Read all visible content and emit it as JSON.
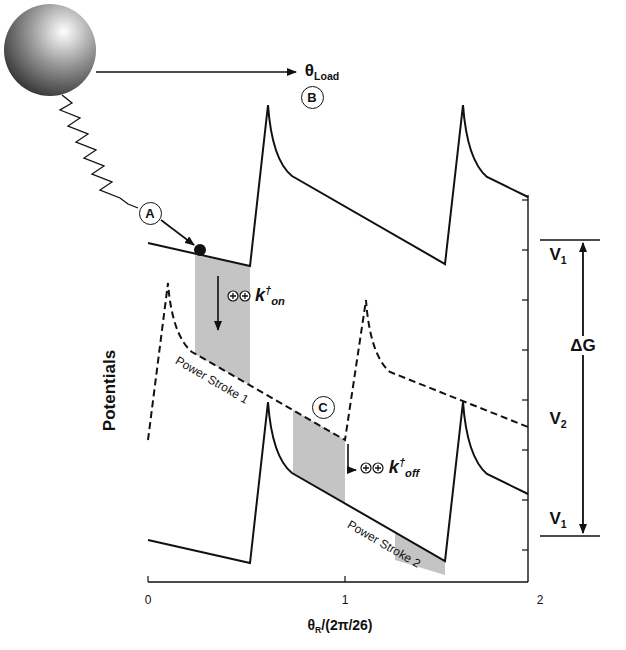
{
  "diagram": {
    "nodes": [
      {
        "text": [
          "A"
        ]
      },
      {
        "text": [
          "B"
        ]
      },
      {
        "text": [
          "C"
        ]
      }
    ],
    "labels": [
      "θ",
      "Load",
      "Potentials",
      "k",
      "†",
      "on",
      "Power Stroke 1",
      "k",
      "†",
      "off",
      "Power Stroke 2",
      "V",
      "1",
      "V",
      "2",
      "ΔG",
      "V",
      "1",
      "0",
      "1",
      "2",
      "θ",
      "R",
      "/(2π/26)"
    ]
  }
}
